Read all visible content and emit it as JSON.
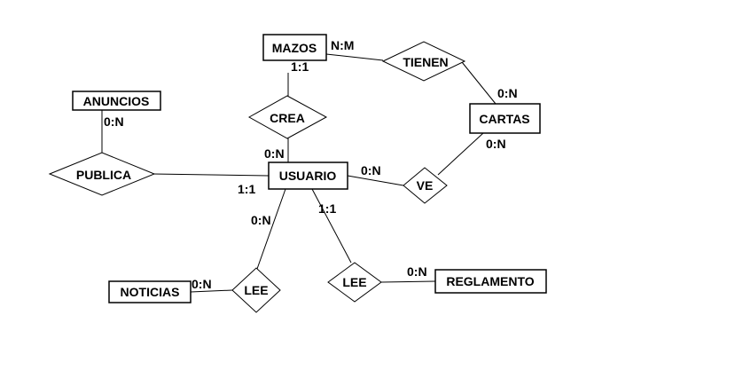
{
  "entities": {
    "mazos": "MAZOS",
    "anuncios": "ANUNCIOS",
    "cartas": "CARTAS",
    "usuario": "USUARIO",
    "noticias": "NOTICIAS",
    "reglamento": "REGLAMENTO"
  },
  "relationships": {
    "tienen": "TIENEN",
    "crea": "CREA",
    "publica": "PUBLICA",
    "ve": "VE",
    "lee_noticias": "LEE",
    "lee_reglamento": "LEE"
  },
  "cardinalities": {
    "mazos_tienen": "N:M",
    "mazos_crea": "1:1",
    "tienen_cartas": "0:N",
    "cartas_ve": "0:N",
    "anuncios_publica": "0:N",
    "crea_usuario": "0:N",
    "usuario_publica": "1:1",
    "usuario_ve": "0:N",
    "usuario_lee_noticias": "0:N",
    "usuario_lee_reglamento": "1:1",
    "noticias_lee": "0:N",
    "reglamento_lee": "0:N"
  }
}
